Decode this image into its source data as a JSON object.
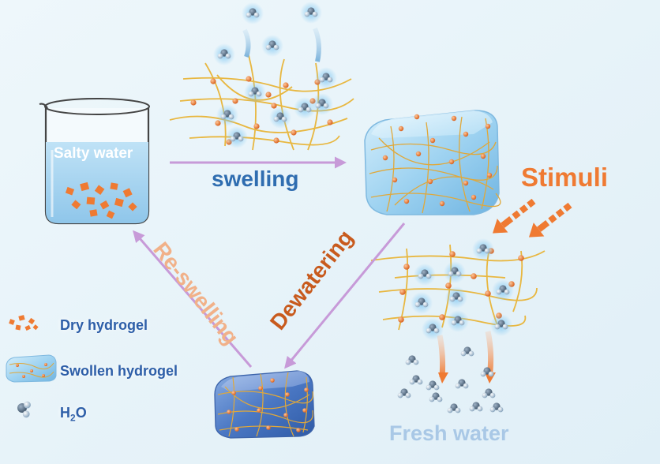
{
  "labels": {
    "salty_water": "Salty water",
    "swelling": "swelling",
    "stimuli": "Stimuli",
    "dewatering": "Dewatering",
    "reswelling": "Re-swelling",
    "fresh_water": "Fresh water"
  },
  "legend": {
    "dry_hydrogel": "Dry hydrogel",
    "swollen_hydrogel": "Swollen hydrogel",
    "water_main": "H",
    "water_sub": "2",
    "water_tail": "O"
  },
  "colors": {
    "background": "#e8f3f9",
    "swelling_text": "#2f6db0",
    "stimuli_text": "#ef7a32",
    "dewatering_text": "#c85a1d",
    "reswelling_text": "#f1b189",
    "fresh_text": "#a9c8e6",
    "arrow_purple": "#c79ad8",
    "hydrogel_dot": "#ef7a32",
    "polymer_strand": "#e8b740"
  }
}
